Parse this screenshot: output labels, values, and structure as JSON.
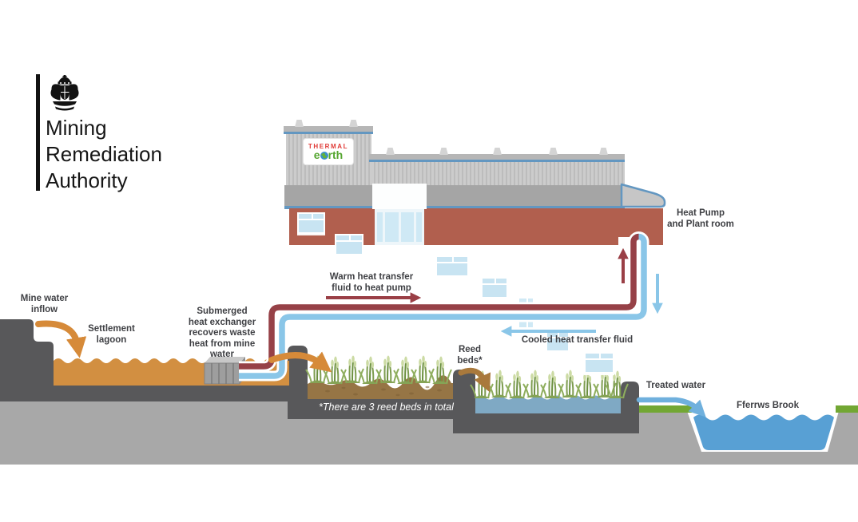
{
  "logo": {
    "org_lines": [
      "Mining",
      "Remediation",
      "Authority"
    ]
  },
  "building": {
    "sign_top": "THERMAL",
    "sign_bottom_pre": "e",
    "sign_bottom_post": "rth"
  },
  "labels": {
    "mine_water": [
      "Mine water",
      "inflow"
    ],
    "settlement": [
      "Settlement",
      "lagoon"
    ],
    "exchanger": [
      "Submerged",
      "heat exchanger",
      "recovers waste",
      "heat from mine",
      "water"
    ],
    "warm": [
      "Warm heat transfer",
      "fluid to heat pump"
    ],
    "cooled": "Cooled heat transfer fluid",
    "heat_pump": [
      "Heat Pump",
      "and Plant room"
    ],
    "reed_beds": [
      "Reed",
      "beds*"
    ],
    "treated": "Treated water",
    "brook": "Fferrws Brook",
    "note": "*There are 3 reed beds in total"
  },
  "colors": {
    "warm_pipe": "#964147",
    "cool_pipe": "#8ac6e8",
    "mine_water": "#d28f41",
    "flow_arrow": "#d68a39",
    "brook_water": "#58a0d4",
    "bed_water": "#7fa9c4",
    "grass": "#72a733",
    "brick": "#b15f4e",
    "ground_dark": "#58585a",
    "ground_light": "#a8a8a8",
    "soil": "#967545",
    "text": "#3f4044"
  }
}
